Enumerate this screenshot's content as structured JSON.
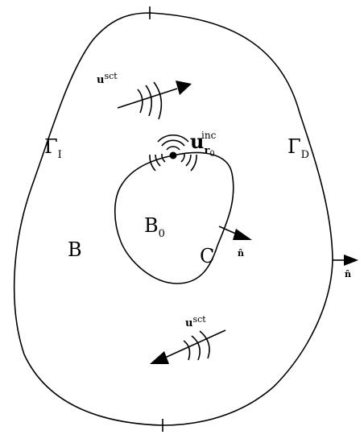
{
  "labels": {
    "gamma_i": {
      "main": "Γ",
      "sub": "I"
    },
    "gamma_d": {
      "main": "Γ",
      "sub": "D"
    },
    "b": "B",
    "b0": {
      "main": "B",
      "sub": "0"
    },
    "c": "C",
    "u_inc": {
      "main": "u",
      "sub": "r",
      "subsub": "0",
      "sup": "inc"
    },
    "u_sct_top": {
      "main": "u",
      "sup": "sct"
    },
    "u_sct_bottom": {
      "main": "u",
      "sup": "sct"
    },
    "n_hat_inner": "n̂",
    "n_hat_outer": "n̂"
  }
}
